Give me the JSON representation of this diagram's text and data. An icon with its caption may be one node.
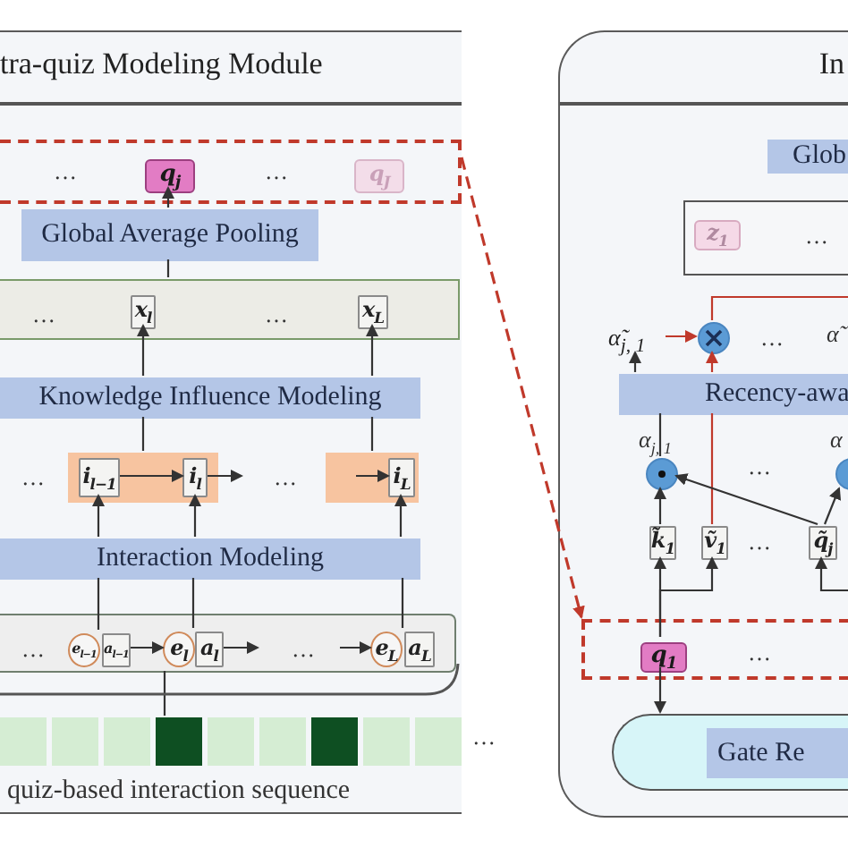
{
  "diagram": {
    "nodes": [
      {
        "text": [
          "tra-quiz Modeling Module"
        ]
      },
      {
        "text": [],
        "shape": "box",
        "in": 0
      },
      {
        "text": [
          "q$_{j}$"
        ],
        "in": 1
      },
      {
        "text": [
          "q$_{J}$"
        ],
        "in": 1
      },
      {
        "text": [
          "Global Average Pooling"
        ],
        "in": 0
      },
      {
        "text": [],
        "shape": "box",
        "in": 0
      },
      {
        "text": [
          "x$_{l}$"
        ],
        "in": 5
      },
      {
        "text": [
          "x$_{L}$"
        ],
        "in": 5
      },
      {
        "text": [
          "Knowledge Influence Modeling"
        ],
        "in": 0
      },
      {
        "text": [],
        "shape": "box",
        "in": 0
      },
      {
        "text": [
          "i$_{l−1}$"
        ],
        "in": 9
      },
      {
        "text": [
          "i$_{l}$"
        ],
        "in": 9
      },
      {
        "text": [],
        "shape": "box",
        "in": 0
      },
      {
        "text": [
          "i$_{L}$"
        ],
        "in": 12
      },
      {
        "text": [
          "Interaction Modeling"
        ],
        "in": 0
      },
      {
        "text": [],
        "shape": "box",
        "in": 0
      },
      {
        "text": [
          "e$_{l−1}$"
        ],
        "in": 15
      },
      {
        "text": [
          "a$_{l−1}$"
        ],
        "in": 15
      },
      {
        "text": [
          "e$_{l}$"
        ],
        "in": 15
      },
      {
        "text": [
          "a$_{l}$"
        ],
        "in": 15
      },
      {
        "text": [
          "e$_{L}$"
        ],
        "in": 15
      },
      {
        "text": [
          "a$_{L}$"
        ],
        "in": 15
      },
      {
        "text": [],
        "shape": "bar",
        "in": 0,
        "beside": [
          "…",
          "quiz-based interaction sequence"
        ]
      },
      {
        "text": [
          "In"
        ]
      },
      {
        "text": [
          "Glob"
        ],
        "in": 23
      },
      {
        "text": [],
        "shape": "box",
        "in": 23
      },
      {
        "text": [
          "z$_{1}$"
        ],
        "in": 25
      },
      {
        "text": [],
        "shape": "circle",
        "in": 23
      },
      {
        "text": [
          "Recency-awa"
        ],
        "in": 23
      },
      {
        "text": [],
        "shape": "circle",
        "in": 23
      },
      {
        "text": [],
        "shape": "circle",
        "in": 23
      },
      {
        "text": [
          "k̃$_{1}$"
        ],
        "in": 23
      },
      {
        "text": [
          "ṽ$_{1}$"
        ],
        "in": 23
      },
      {
        "text": [
          "q̃$_{j}$"
        ],
        "in": 23
      },
      {
        "text": [],
        "shape": "box",
        "in": 23
      },
      {
        "text": [
          "q$_{1}$"
        ],
        "in": 34
      },
      {
        "text": [],
        "shape": "box",
        "in": 23
      },
      {
        "text": [
          "Gate Re"
        ],
        "in": 36
      },
      {
        "text": [
          "α̃$_{j, 1}$"
        ],
        "in": 23
      }
    ],
    "edges": [
      {
        "from": 4,
        "to": 2,
        "arrow": "to"
      },
      {
        "from": 5,
        "to": 4,
        "arrow": "none"
      },
      {
        "from": 8,
        "to": 6,
        "arrow": "to"
      },
      {
        "from": 8,
        "to": 7,
        "arrow": "to"
      },
      {
        "from": 9,
        "to": 8,
        "arrow": "none"
      },
      {
        "from": 12,
        "to": 8,
        "arrow": "none"
      },
      {
        "from": 10,
        "to": 11,
        "arrow": "to"
      },
      {
        "from": 11,
        "to": null,
        "arrow": "to"
      },
      {
        "from": null,
        "to": 13,
        "arrow": "to"
      },
      {
        "from": 14,
        "to": 10,
        "arrow": "to"
      },
      {
        "from": 14,
        "to": 11,
        "arrow": "to"
      },
      {
        "from": 14,
        "to": 13,
        "arrow": "to"
      },
      {
        "from": 16,
        "to": 14,
        "arrow": "none"
      },
      {
        "from": 18,
        "to": 14,
        "arrow": "none"
      },
      {
        "from": 20,
        "to": 14,
        "arrow": "none"
      },
      {
        "from": 17,
        "to": 18,
        "arrow": "to"
      },
      {
        "from": 19,
        "to": null,
        "arrow": "to"
      },
      {
        "from": null,
        "to": 20,
        "arrow": "to"
      },
      {
        "from": 15,
        "to": 22,
        "arrow": "none"
      },
      {
        "from": 28,
        "to": 38,
        "arrow": "to"
      },
      {
        "from": 38,
        "to": 27,
        "arrow": "to",
        "color": "#c0392b"
      },
      {
        "from": 32,
        "to": 28,
        "arrow": "none",
        "color": "#c0392b"
      },
      {
        "from": 28,
        "to": 27,
        "arrow": "to",
        "color": "#c0392b"
      },
      {
        "from": 27,
        "to": null,
        "arrow": "none",
        "color": "#c0392b"
      },
      {
        "from": 31,
        "to": 29,
        "arrow": "to"
      },
      {
        "from": 29,
        "to": 28,
        "arrow": "none"
      },
      {
        "from": 33,
        "to": 29,
        "arrow": "to"
      },
      {
        "from": 33,
        "to": 30,
        "arrow": "to"
      },
      {
        "from": 35,
        "to": 31,
        "arrow": "to"
      },
      {
        "from": 35,
        "to": 32,
        "arrow": "to"
      },
      {
        "from": 35,
        "to": 36,
        "arrow": "to"
      },
      {
        "from": null,
        "to": 33,
        "arrow": "to"
      },
      {
        "from": 1,
        "to": 34,
        "arrow": "to",
        "style": "dashed",
        "color": "#c0392b"
      }
    ],
    "labels": [
      "…",
      "…",
      "…",
      "…",
      "…",
      "…",
      "…",
      "…",
      "…",
      "…",
      "α̃",
      "α$_{j, 1}$",
      "α",
      "…",
      "…",
      "…"
    ]
  }
}
